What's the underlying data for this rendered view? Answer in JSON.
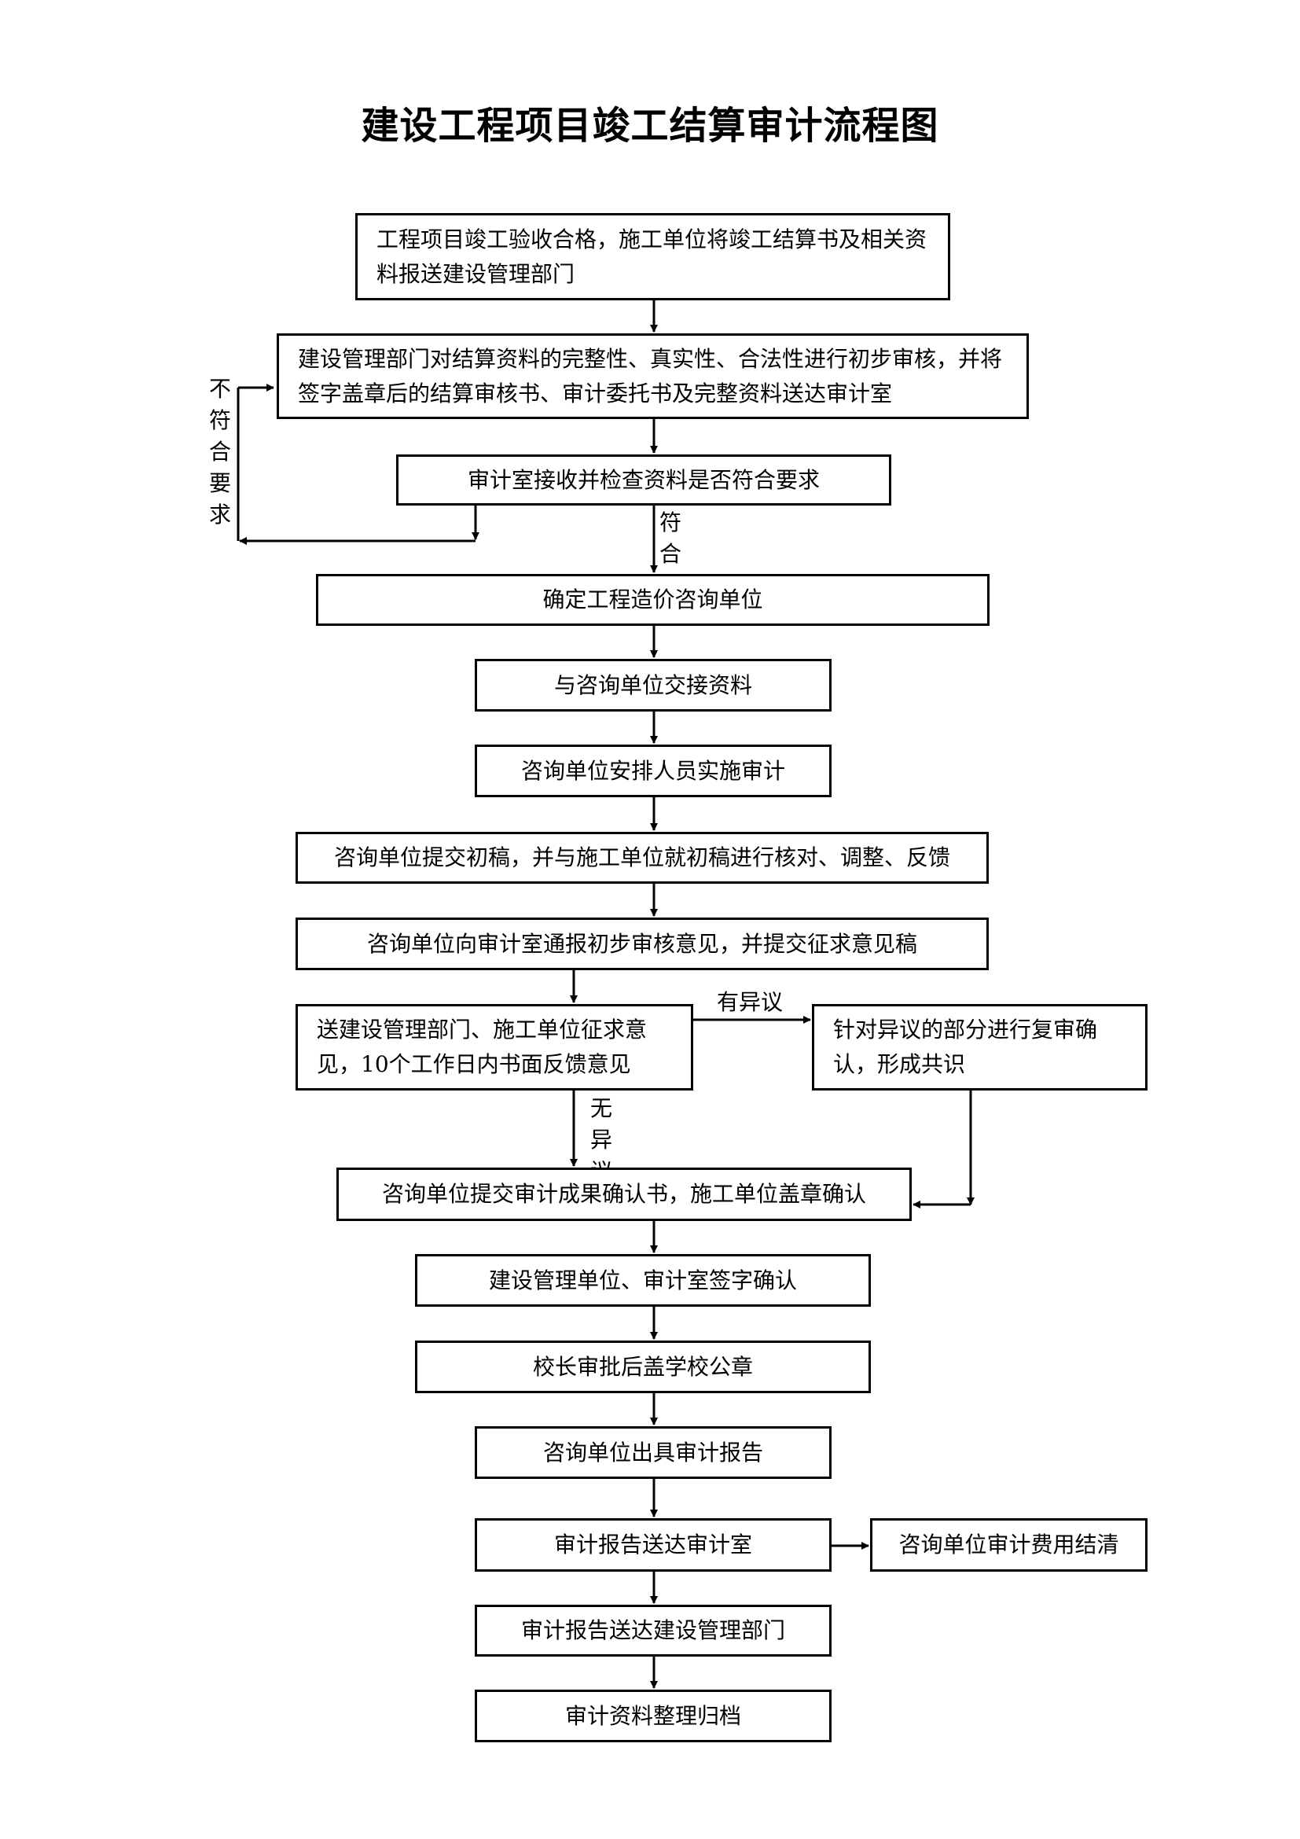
{
  "title": "建设工程项目竣工结算审计流程图",
  "steps": {
    "s1": "工程项目竣工验收合格，施工单位将竣工结算书及相关资料报送建设管理部门",
    "s2": "建设管理部门对结算资料的完整性、真实性、合法性进行初步审核，并将签字盖章后的结算审核书、审计委托书及完整资料送达审计室",
    "s3": "审计室接收并检查资料是否符合要求",
    "s4": "确定工程造价咨询单位",
    "s5": "与咨询单位交接资料",
    "s6": "咨询单位安排人员实施审计",
    "s7": "咨询单位提交初稿，并与施工单位就初稿进行核对、调整、反馈",
    "s8": "咨询单位向审计室通报初步审核意见，并提交征求意见稿",
    "s9": "送建设管理部门、施工单位征求意见，10个工作日内书面反馈意见",
    "s9b": "针对异议的部分进行复审确认，形成共识",
    "s10": "咨询单位提交审计成果确认书，施工单位盖章确认",
    "s11": "建设管理单位、审计室签字确认",
    "s12": "校长审批后盖学校公章",
    "s13": "咨询单位出具审计报告",
    "s14": "审计报告送达审计室",
    "s14b": "咨询单位审计费用结清",
    "s15": "审计报告送达建设管理部门",
    "s16": "审计资料整理归档"
  },
  "labels": {
    "not_conform": "不符合要求",
    "conform": "符合",
    "has_objection": "有异议",
    "no_objection": "无异议"
  }
}
